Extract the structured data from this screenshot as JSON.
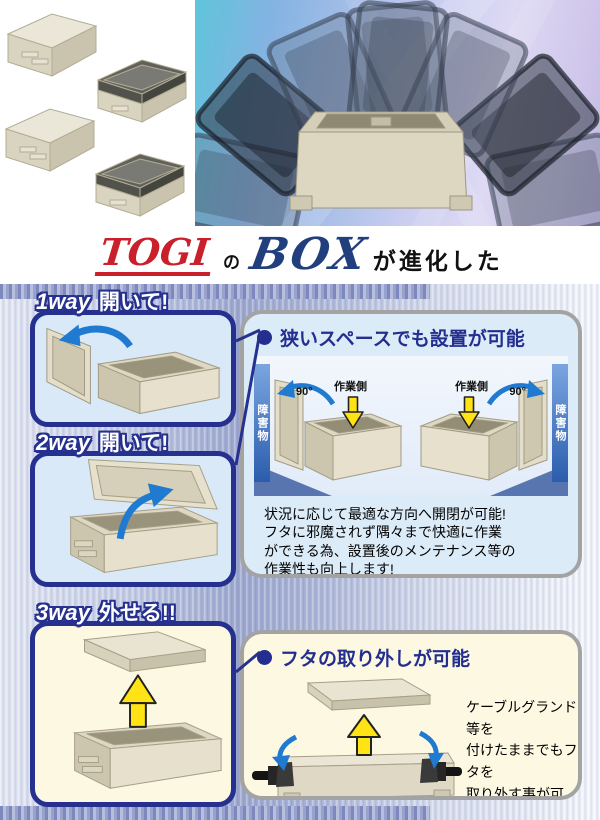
{
  "brand": {
    "logo": "TOGI",
    "particle": "の",
    "product": "BOX",
    "tagline": "が進化した"
  },
  "features": [
    {
      "way": "1way",
      "action": "開いて!"
    },
    {
      "way": "2way",
      "action": "開いて!"
    },
    {
      "way": "3way",
      "action": "外せる!!"
    }
  ],
  "callouts": {
    "space": {
      "title": "狭いスペースでも設置が可能",
      "diagram": {
        "obstacle_left": "障害物",
        "obstacle_right": "障害物",
        "angle_left": "90°",
        "angle_right": "90°",
        "work_left": "作業側",
        "work_right": "作業側"
      },
      "body_lines": [
        "状況に応じて最適な方向へ開閉が可能!",
        "フタに邪魔されず隅々まで快適に作業",
        "ができる為、設置後のメンテナンス等の",
        "作業性も向上します!"
      ]
    },
    "removal": {
      "title": "フタの取り外しが可能",
      "body_lines": [
        "ケーブルグランド等を",
        "付けたままでもフタを",
        "取り外す事が可能!"
      ]
    }
  },
  "colors": {
    "navy_border": "#26318f",
    "title_navy": "#232e8f",
    "logo_red": "#c9202b",
    "product_navy": "#223f7d",
    "arrow_blue": "#1f7ad0",
    "accent_yellow": "#ffe315",
    "panel_blue_bg": "#d9e9f8",
    "cream_bg": "#fcf8e2"
  }
}
